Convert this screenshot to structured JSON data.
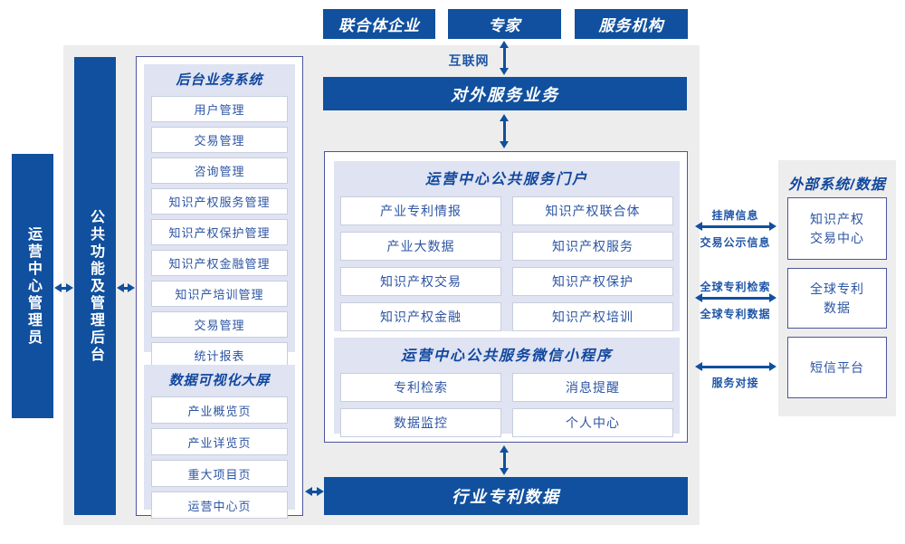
{
  "colors": {
    "primary_blue": "#10509e",
    "panel_light": "#dfe3f2",
    "gray_bg": "#ededed",
    "box_border": "#4c549e",
    "item_border": "#c9cede",
    "item_text": "#2d55a3",
    "title_text": "#11479e",
    "label_text": "#1e55a6"
  },
  "top_actors": [
    {
      "label": "联合体企业"
    },
    {
      "label": "专家"
    },
    {
      "label": "服务机构"
    }
  ],
  "internet_label": "互联网",
  "external_service_bar": "对外服务业务",
  "left_bars": {
    "admin": "运营中心管理员",
    "backend": "公共功能及管理后台"
  },
  "backend_system": {
    "title": "后台业务系统",
    "items": [
      "用户管理",
      "交易管理",
      "咨询管理",
      "知识产权服务管理",
      "知识产权保护管理",
      "知识产权金融管理",
      "知识产培训管理",
      "交易管理",
      "统计报表"
    ]
  },
  "data_screen": {
    "title": "数据可视化大屏",
    "items": [
      "产业概览页",
      "产业详览页",
      "重大项目页",
      "运营中心页"
    ]
  },
  "portal": {
    "title": "运营中心公共服务门户",
    "items": [
      "产业专利情报",
      "知识产权联合体",
      "产业大数据",
      "知识产权服务",
      "知识产权交易",
      "知识产权保护",
      "知识产权金融",
      "知识产权培训"
    ]
  },
  "miniprogram": {
    "title": "运营中心公共服务微信小程序",
    "items": [
      "专利检索",
      "消息提醒",
      "数据监控",
      "个人中心"
    ]
  },
  "industry_patent_bar": "行业专利数据",
  "external_systems": {
    "title": "外部系统/数据",
    "boxes": [
      "知识产权\n交易中心",
      "全球专利\n数据",
      "短信平台"
    ]
  },
  "link_labels": {
    "listing_info": "挂牌信息",
    "trade_publicity": "交易公示信息",
    "global_patent_search": "全球专利检索",
    "global_patent_data": "全球专利数据",
    "service_docking": "服务对接"
  }
}
